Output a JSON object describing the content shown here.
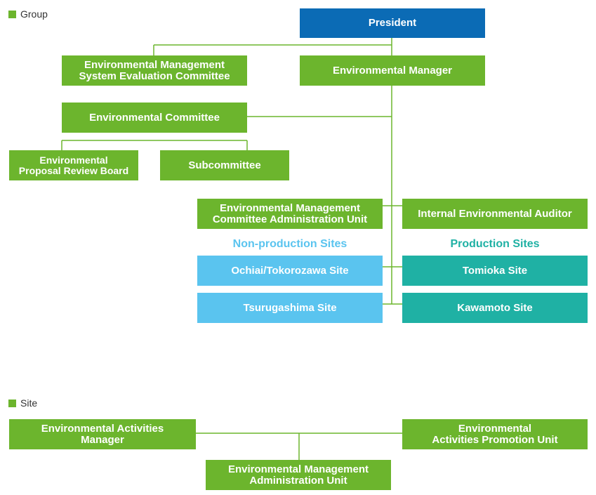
{
  "colors": {
    "node_green": "#6cb52d",
    "president_blue": "#0b6bb5",
    "non_production_blue": "#5ac4ef",
    "production_teal": "#1fb1a4",
    "connector": "#6cb52d"
  },
  "group": {
    "legend_label": "Group",
    "president": "President",
    "ems_evaluation_committee": "Environmental Management\nSystem Evaluation Committee",
    "environmental_manager": "Environmental Manager",
    "environmental_committee": "Environmental Committee",
    "proposal_review_board": "Environmental\nProposal Review Board",
    "subcommittee": "Subcommittee",
    "committee_admin_unit": "Environmental Management\nCommittee Administration Unit",
    "internal_auditor": "Internal Environmental Auditor",
    "non_production_heading": "Non-production Sites",
    "production_heading": "Production Sites",
    "non_production_sites": [
      "Ochiai/Tokorozawa Site",
      "Tsurugashima Site"
    ],
    "production_sites": [
      "Tomioka Site",
      "Kawamoto Site"
    ]
  },
  "site": {
    "legend_label": "Site",
    "activities_manager": "Environmental Activities\nManager",
    "promotion_unit": "Environmental\nActivities Promotion Unit",
    "admin_unit": "Environmental Management\nAdministration Unit"
  }
}
